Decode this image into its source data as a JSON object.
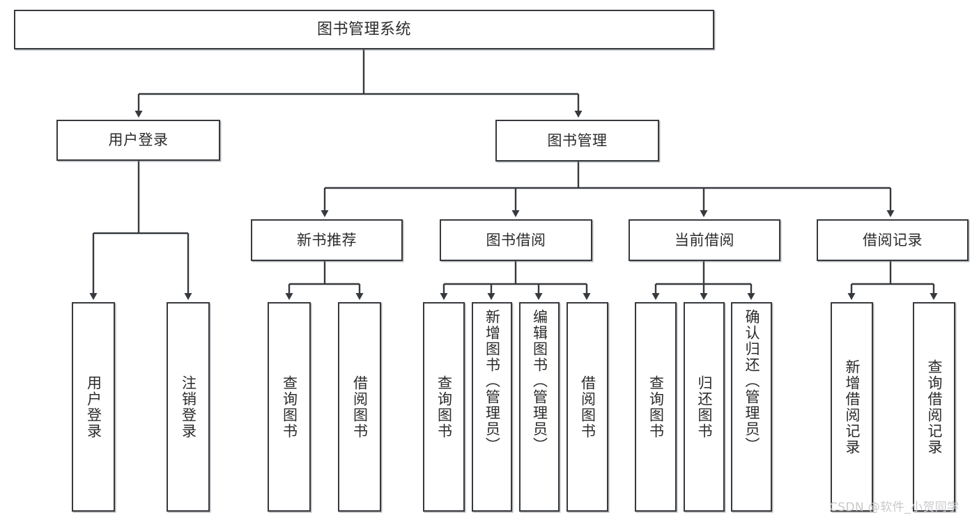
{
  "diagram": {
    "type": "tree",
    "title": "图书管理系统",
    "root": {
      "label": "图书管理系统"
    },
    "level2": [
      {
        "id": "user-login",
        "label": "用户登录"
      },
      {
        "id": "book-manage",
        "label": "图书管理"
      }
    ],
    "level3": [
      {
        "id": "new-book-rec",
        "label": "新书推荐",
        "parent": "book-manage"
      },
      {
        "id": "book-borrow",
        "label": "图书借阅",
        "parent": "book-manage"
      },
      {
        "id": "current-borrow",
        "label": "当前借阅",
        "parent": "book-manage"
      },
      {
        "id": "borrow-record",
        "label": "借阅记录",
        "parent": "book-manage"
      }
    ],
    "leaves": {
      "user-login": [
        {
          "id": "leaf-user-login",
          "label": "用户登录"
        },
        {
          "id": "leaf-user-logout",
          "label": "注销登录"
        }
      ],
      "new-book-rec": [
        {
          "id": "leaf-query-book-1",
          "label": "查询图书"
        },
        {
          "id": "leaf-borrow-book-1",
          "label": "借阅图书"
        }
      ],
      "book-borrow": [
        {
          "id": "leaf-query-book-2",
          "label": "查询图书"
        },
        {
          "id": "leaf-add-book",
          "label": "新增图书（管理员）"
        },
        {
          "id": "leaf-edit-book",
          "label": "编辑图书（管理员）"
        },
        {
          "id": "leaf-borrow-book-2",
          "label": "借阅图书"
        }
      ],
      "current-borrow": [
        {
          "id": "leaf-query-book-3",
          "label": "查询图书"
        },
        {
          "id": "leaf-return-book",
          "label": "归还图书"
        },
        {
          "id": "leaf-confirm-return",
          "label": "确认归还（管理员）"
        }
      ],
      "borrow-record": [
        {
          "id": "leaf-add-record",
          "label": "新增借阅记录"
        },
        {
          "id": "leaf-query-record",
          "label": "查询借阅记录"
        }
      ]
    },
    "colors": {
      "border": "#36393d",
      "fill": "#ffffff",
      "text": "#2b2b2b",
      "connector": "#36393d",
      "watermark": "#c9c9c9"
    }
  },
  "watermark": {
    "text": "CSDN @软件_小贺同学"
  }
}
